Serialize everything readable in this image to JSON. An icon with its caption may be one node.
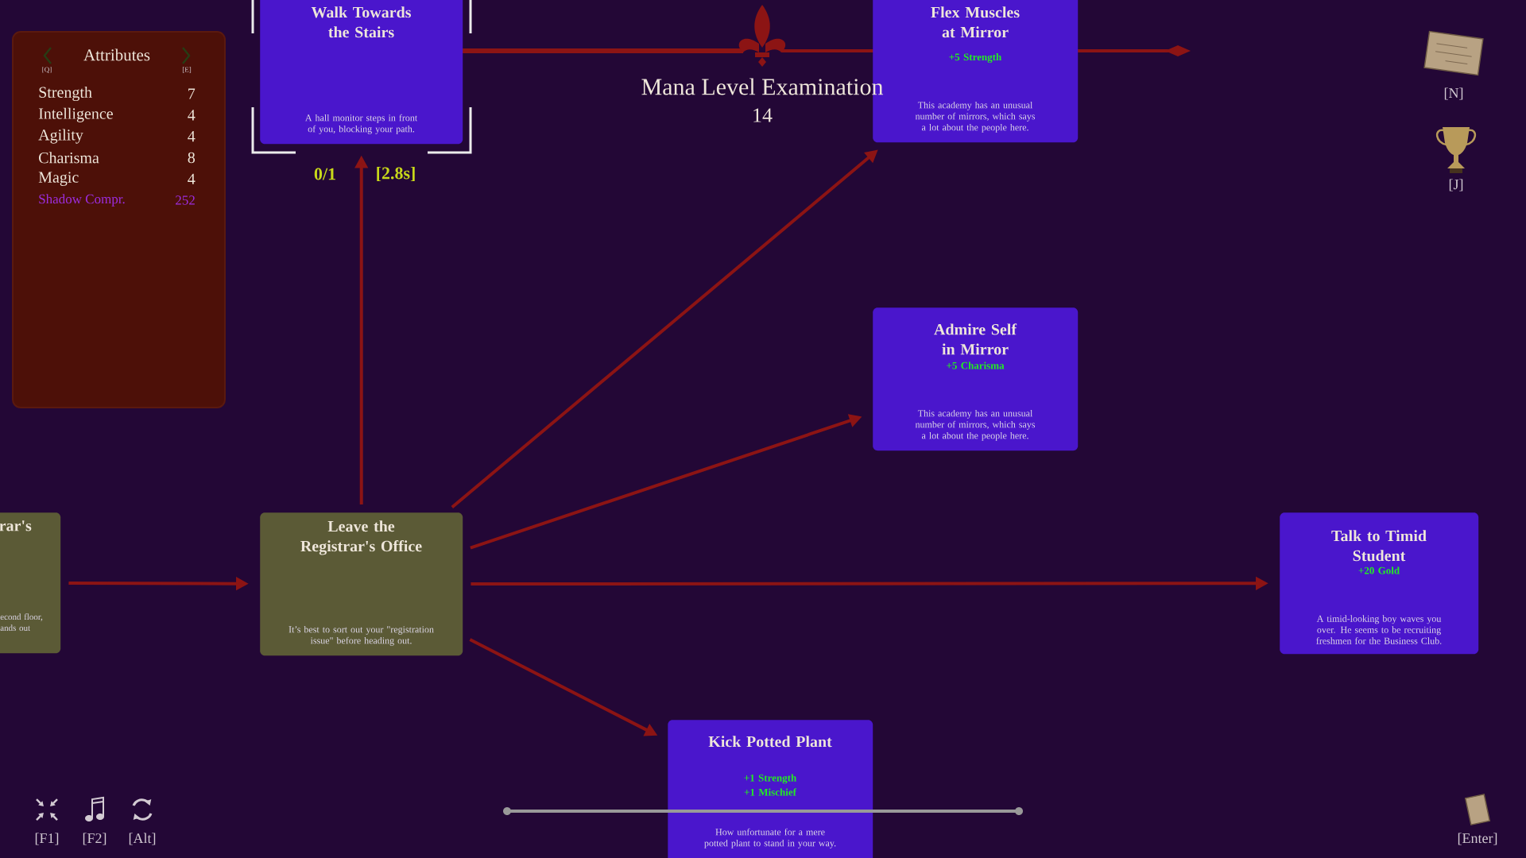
{
  "diagram": {
    "title": "Mana Level Examination",
    "nodes": [
      {
        "text": [
          "Attributes",
          "[Q]",
          "[E]",
          "Strength",
          "7",
          "Intelligence",
          "4",
          "Agility",
          "4",
          "Charisma",
          "8",
          "Magic",
          "4",
          "Shadow Compr.",
          "252"
        ]
      },
      {
        "text": [
          "Walk Towards the Stairs",
          "A hall monitor steps in front of you, blocking your path."
        ],
        "beside": [
          "0/1",
          "[2.8s]"
        ]
      },
      {
        "text": [
          "Flex Muscles at Mirror",
          "+5 Strength",
          "This academy has an unusual number of mirrors, which says a lot about the people here."
        ]
      },
      {
        "text": [
          "Admire Self in Mirror",
          "+5 Charisma",
          "This academy has an unusual number of mirrors, which says a lot about the people here."
        ]
      },
      {
        "text": [
          "rar's",
          "econd floor, ands out"
        ]
      },
      {
        "text": [
          "Leave the Registrar's Office",
          "It’s best to sort out your \"registration issue\" before heading out."
        ]
      },
      {
        "text": [
          "Talk to Timid Student",
          "+20 Gold",
          "A timid-looking boy waves you over. He seems to be recruiting freshmen for the Business Club."
        ]
      },
      {
        "text": [
          "Kick Potted Plant",
          "+1 Strength +1 Mischief",
          "How unfortunate for a mere potted plant to stand in your way."
        ]
      }
    ],
    "edges": [
      {
        "from": 4,
        "to": 5,
        "arrow": "to"
      },
      {
        "from": 5,
        "to": 1,
        "arrow": "to"
      },
      {
        "from": 5,
        "to": 2,
        "arrow": "to"
      },
      {
        "from": 5,
        "to": 3,
        "arrow": "to"
      },
      {
        "from": 5,
        "to": 6,
        "arrow": "to"
      },
      {
        "from": 5,
        "to": 7,
        "arrow": "to"
      }
    ],
    "labels": [
      "14",
      "[N]",
      "[J]",
      "[F1]",
      "[F2]",
      "[Alt]",
      "[Enter]"
    ]
  }
}
